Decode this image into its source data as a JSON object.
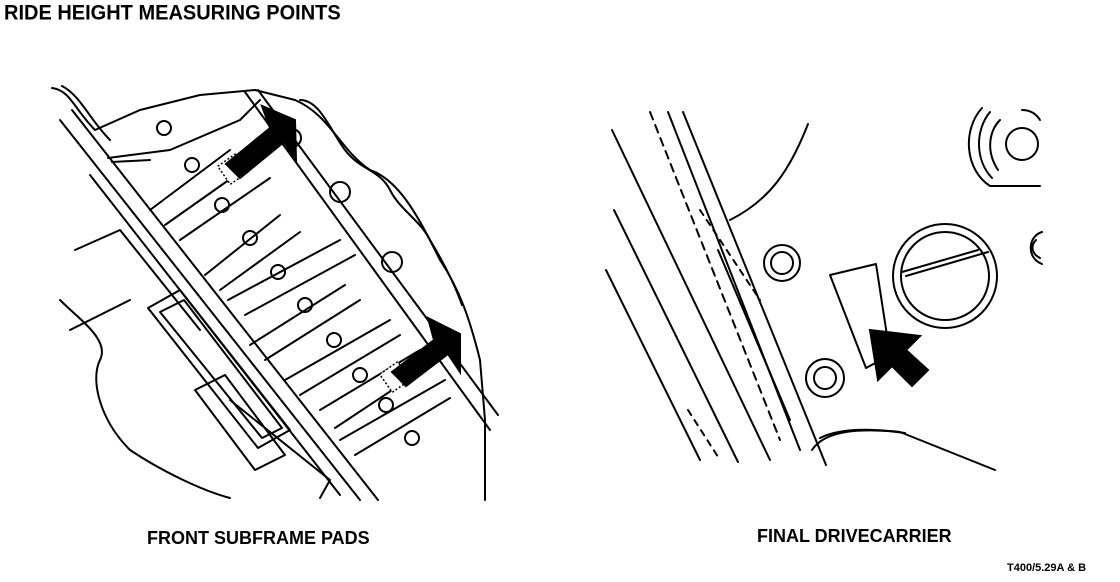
{
  "title": "RIDE HEIGHT MEASURING POINTS",
  "panels": [
    {
      "caption": "FRONT SUBFRAME PADS",
      "icon": "subframe-diagram"
    },
    {
      "caption": "FINAL DRIVECARRIER",
      "icon": "drivecarrier-diagram"
    }
  ],
  "reference": "T400/5.29A & B",
  "colors": {
    "ink": "#000000",
    "background": "#ffffff"
  }
}
